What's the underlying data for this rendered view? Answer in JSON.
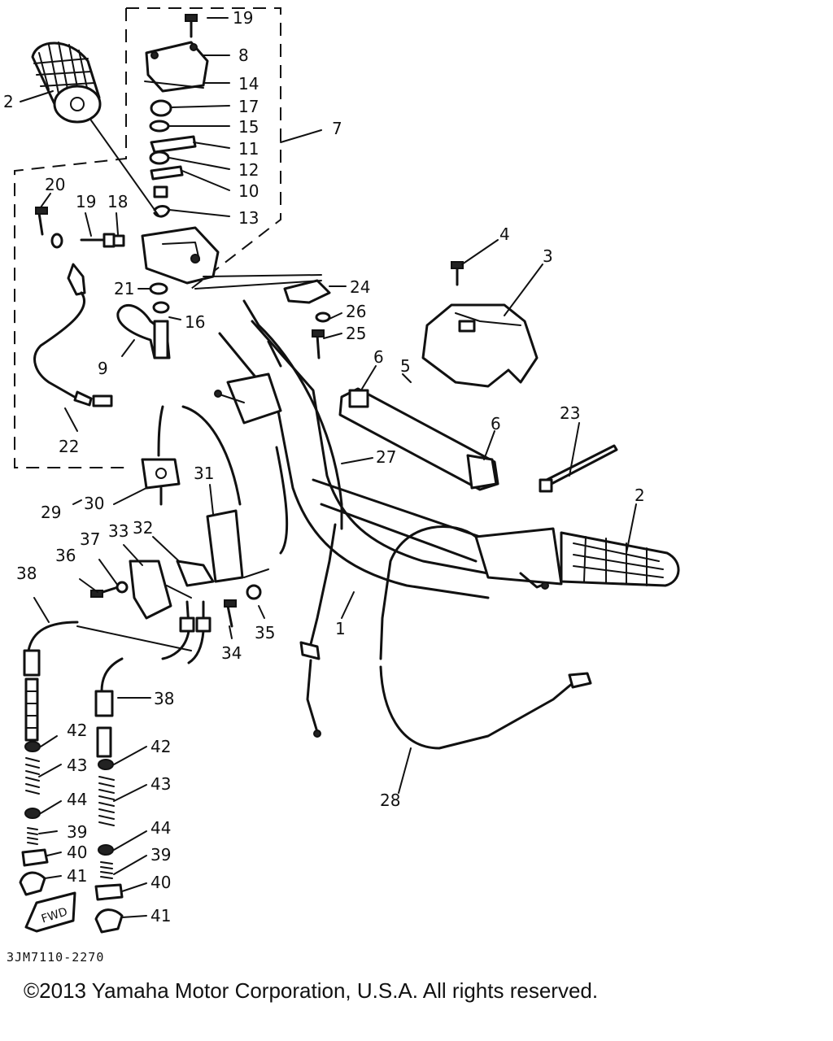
{
  "figure": {
    "part_code": "3JM7110-2270",
    "copyright": "©2013 Yamaha Motor Corporation, U.S.A. All rights reserved.",
    "fwd_label": "FWD"
  },
  "callouts": [
    "19",
    "8",
    "14",
    "17",
    "15",
    "11",
    "12",
    "10",
    "13",
    "7",
    "2",
    "20",
    "19",
    "18",
    "21",
    "16",
    "9",
    "22",
    "24",
    "26",
    "25",
    "4",
    "3",
    "6",
    "5",
    "6",
    "23",
    "27",
    "31",
    "30",
    "29",
    "32",
    "33",
    "37",
    "36",
    "38",
    "35",
    "34",
    "1",
    "2",
    "38",
    "42",
    "43",
    "44",
    "39",
    "40",
    "41",
    "42",
    "43",
    "44",
    "39",
    "40",
    "41",
    "28"
  ]
}
